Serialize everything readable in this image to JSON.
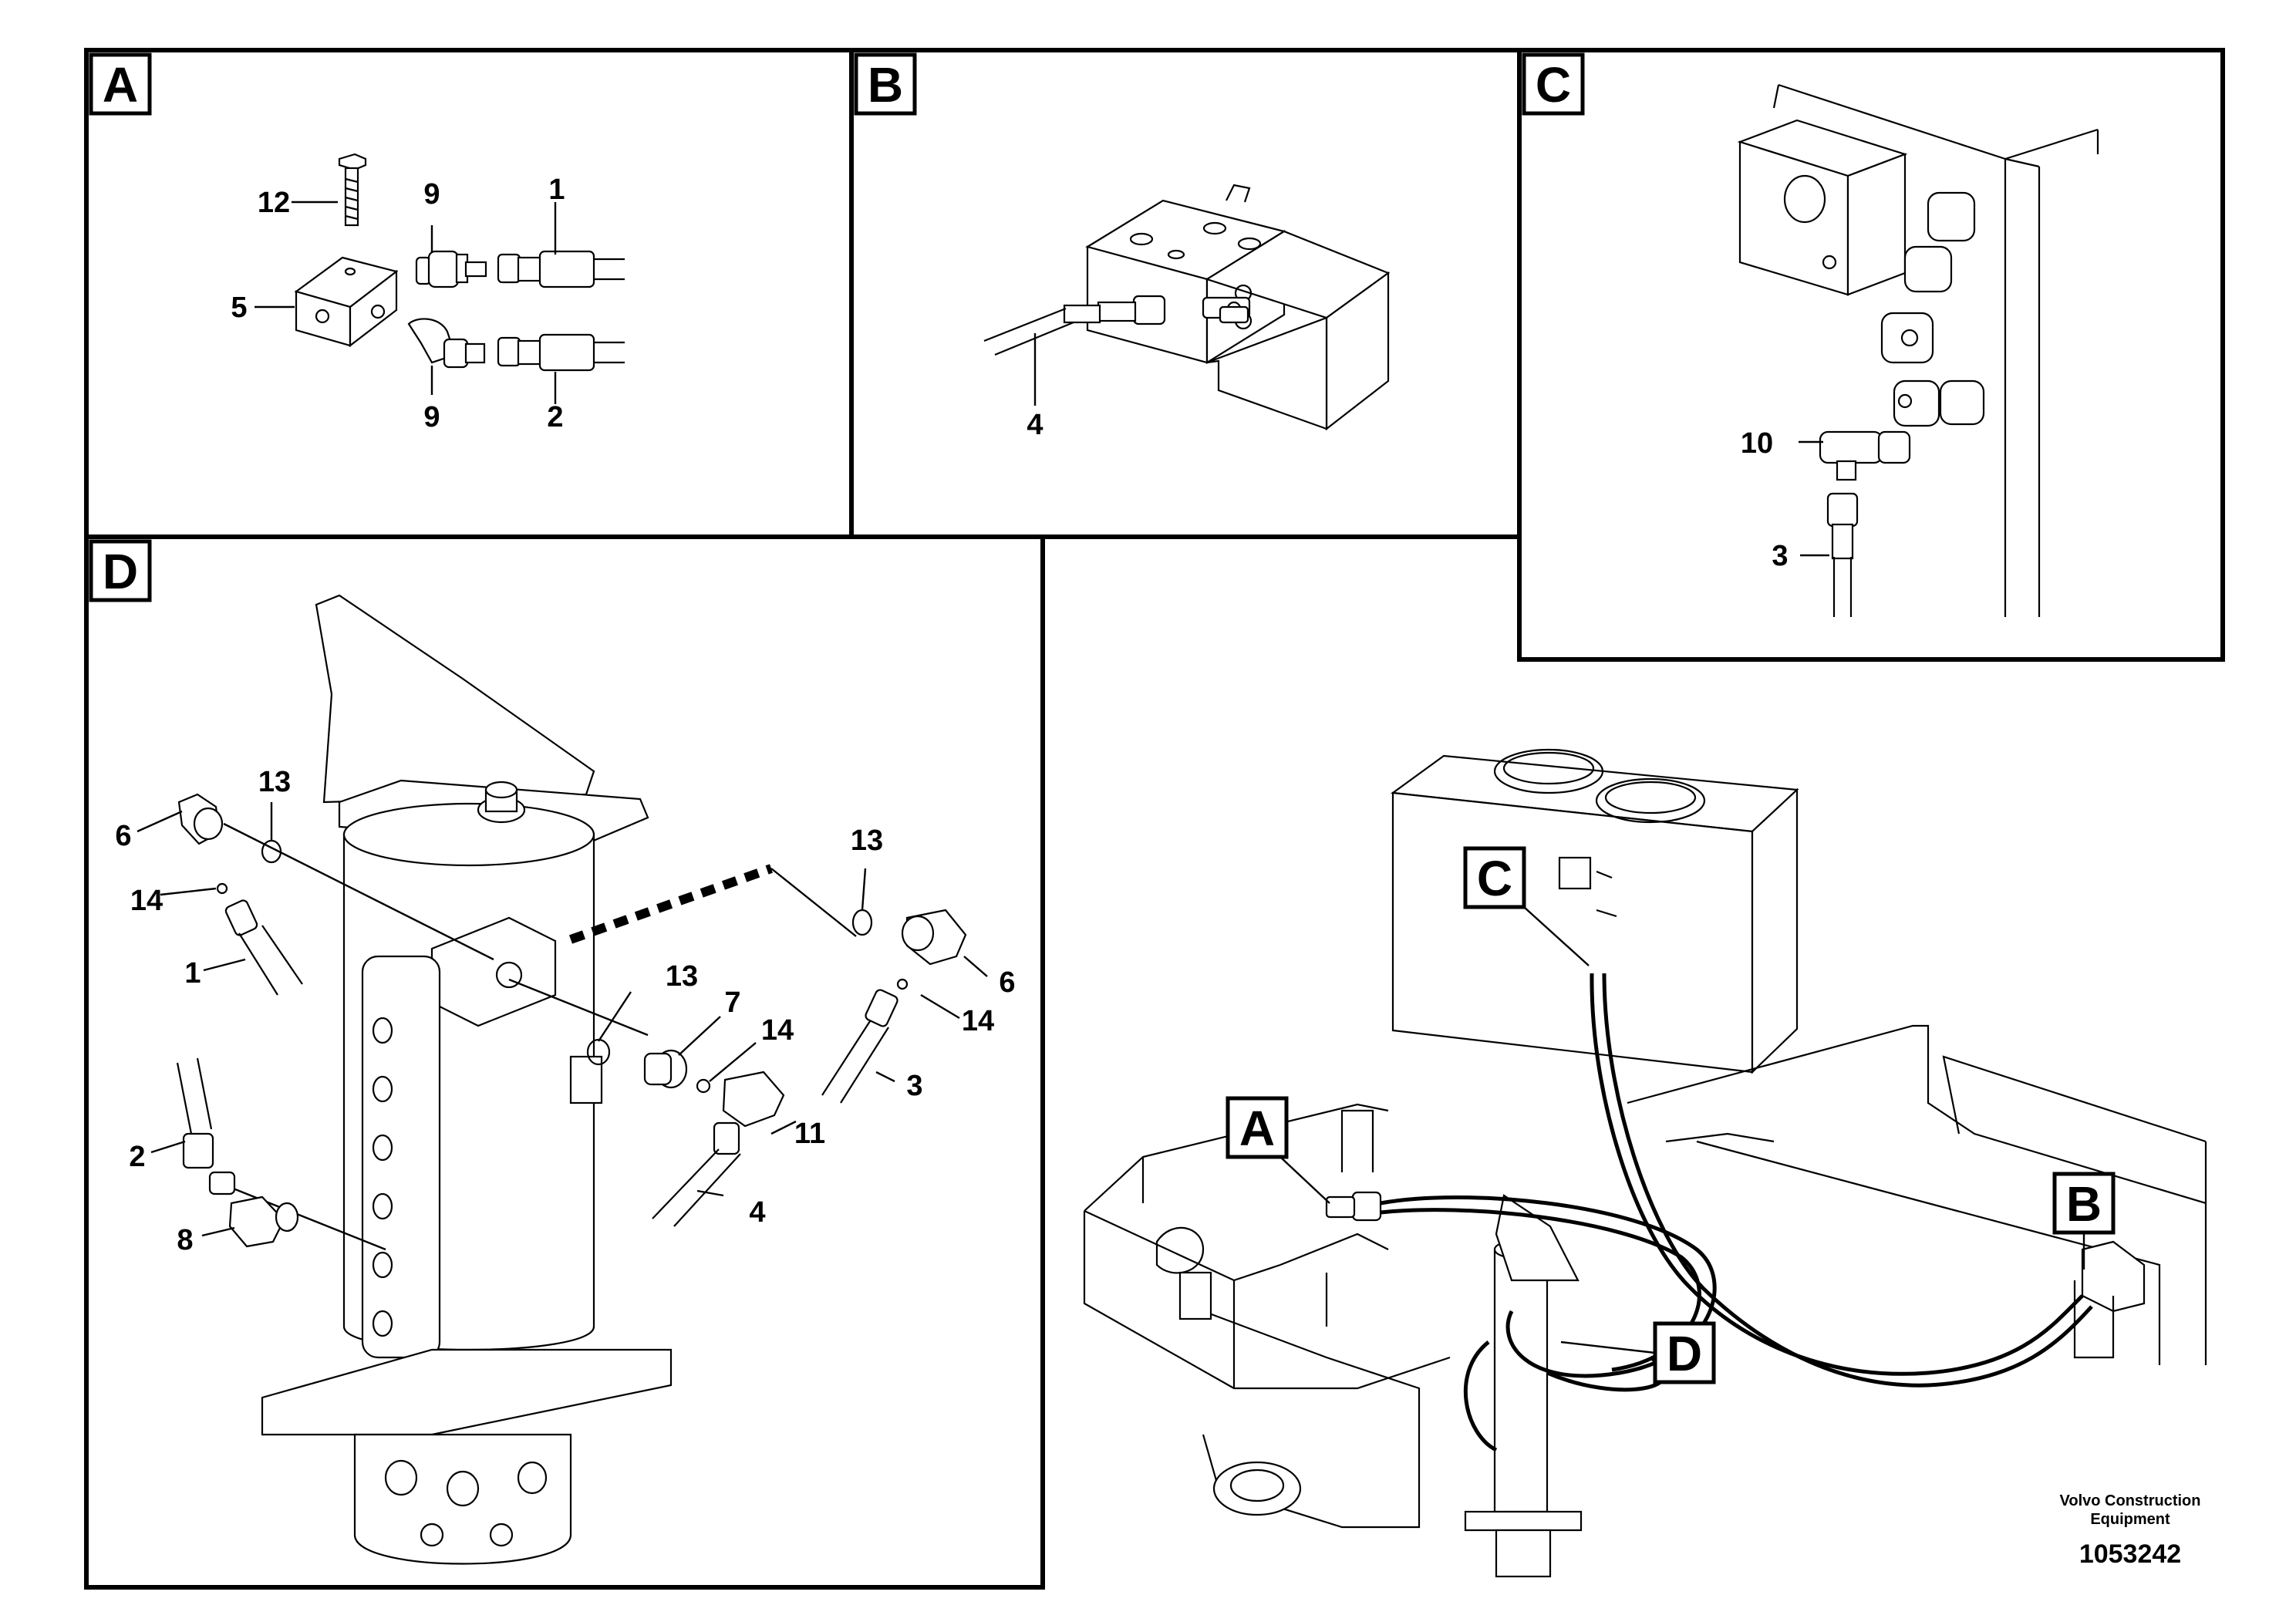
{
  "panels": {
    "A": {
      "letter": "A",
      "callouts": {
        "c1": "1",
        "c2": "2",
        "c5": "5",
        "c9a": "9",
        "c9b": "9",
        "c12": "12"
      }
    },
    "B": {
      "letter": "B",
      "callouts": {
        "c4": "4"
      }
    },
    "C": {
      "letter": "C",
      "callouts": {
        "c10": "10",
        "c3": "3"
      }
    },
    "D": {
      "letter": "D",
      "callouts": {
        "c6a": "6",
        "c13a": "13",
        "c14a": "14",
        "c1": "1",
        "c2": "2",
        "c8": "8",
        "c13b": "13",
        "c7": "7",
        "c14b": "14",
        "c11": "11",
        "c4": "4",
        "c13c": "13",
        "c6b": "6",
        "c14c": "14",
        "c3": "3"
      }
    }
  },
  "overview": {
    "labels": {
      "A": "A",
      "B": "B",
      "C": "C",
      "D": "D"
    }
  },
  "footer": {
    "line1": "Volvo Construction",
    "line2": "Equipment",
    "drawing_number": "1053242"
  }
}
